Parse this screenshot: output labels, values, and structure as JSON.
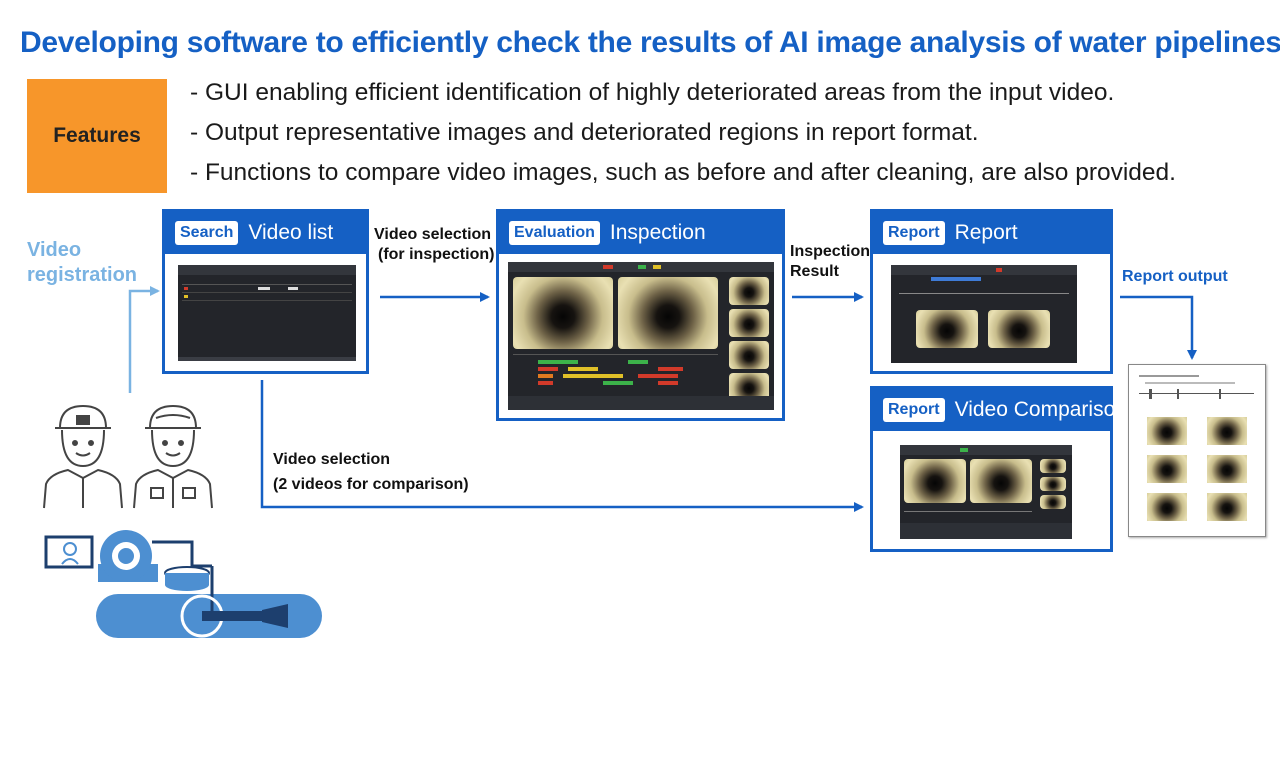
{
  "title": "Developing software to efficiently check the results of AI image analysis of water pipelines.",
  "features": {
    "badge": "Features",
    "items": [
      "- GUI enabling efficient identification of highly deteriorated areas from the input video.",
      "- Output representative images and deteriorated regions in report format.",
      "- Functions to compare video images, such as before and after cleaning, are also provided."
    ]
  },
  "flow": {
    "video_registration_line1": "Video",
    "video_registration_line2": "registration",
    "video_selection_inspection_line1": "Video selection",
    "video_selection_inspection_line2": "(for inspection)",
    "inspection_result_line1": "Inspection",
    "inspection_result_line2": "Result",
    "report_output": "Report output",
    "video_selection_comparison_line1": "Video selection",
    "video_selection_comparison_line2": "(2 videos for comparison)"
  },
  "panels": {
    "video_list": {
      "tag": "Search",
      "title": "Video list"
    },
    "inspection": {
      "tag": "Evaluation",
      "title": "Inspection"
    },
    "report": {
      "tag": "Report",
      "title": "Report"
    },
    "video_comparison": {
      "tag": "Report",
      "title": "Video Comparison"
    }
  },
  "colors": {
    "brand_blue": "#1560c4",
    "light_blue": "#7ab3e2",
    "features_orange": "#f7962a",
    "illustration_blue": "#4d8fd1"
  },
  "icons": [
    "worker-illustration",
    "pipe-camera-illustration",
    "report-document-icon"
  ]
}
